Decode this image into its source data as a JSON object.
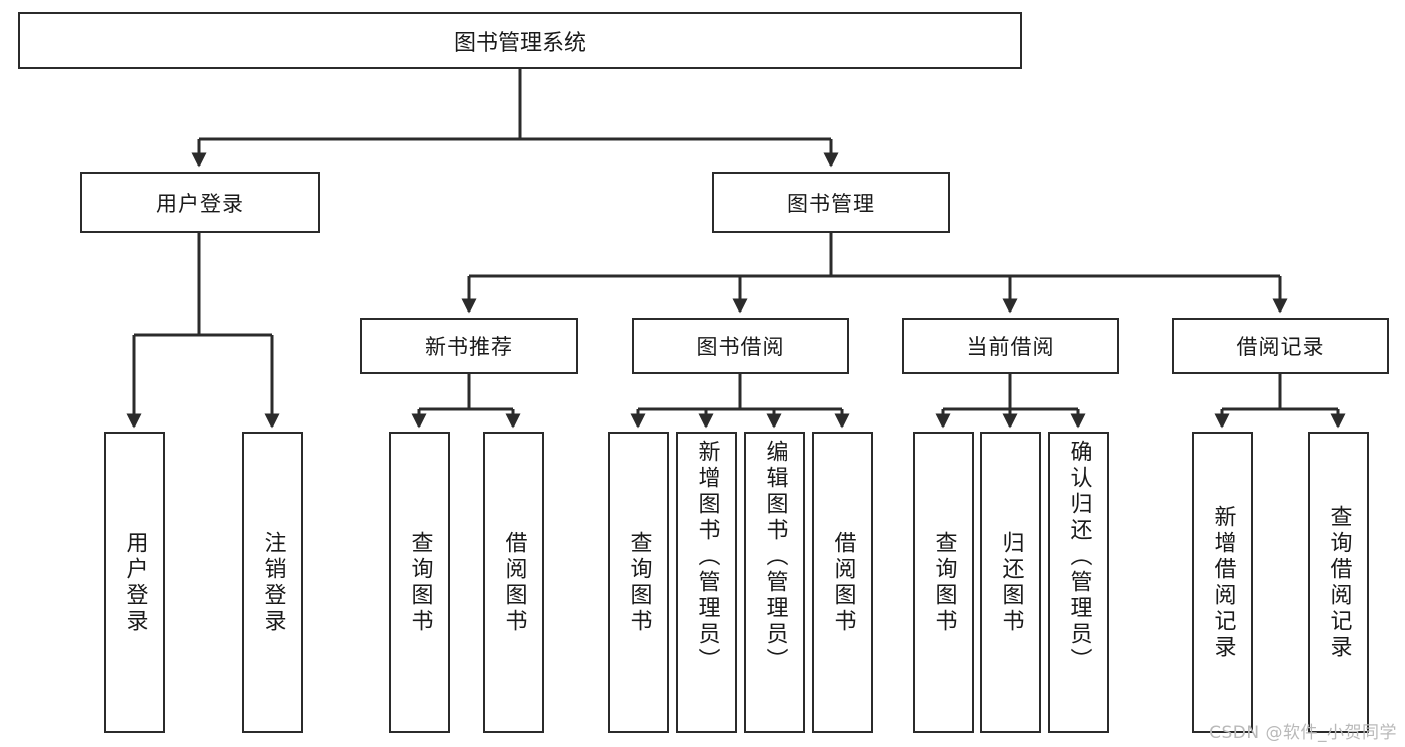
{
  "diagram": {
    "title": "图书管理系统",
    "type": "tree-hierarchy",
    "watermark": "CSDN @软件_小贺同学",
    "colors": {
      "box_border": "#2b2b2b",
      "box_fill": "#ffffff",
      "connector": "#2b2b2b",
      "text": "#1a1a1a",
      "watermark": "#b9b9b9"
    },
    "root": {
      "label": "图书管理系统"
    },
    "level2": [
      {
        "label": "用户登录"
      },
      {
        "label": "图书管理"
      }
    ],
    "level3": [
      {
        "label": "新书推荐"
      },
      {
        "label": "图书借阅"
      },
      {
        "label": "当前借阅"
      },
      {
        "label": "借阅记录"
      }
    ],
    "leaves": {
      "user_login": [
        {
          "label": "用户登录"
        },
        {
          "label": "注销登录"
        }
      ],
      "new_book_recommend": [
        {
          "label": "查询图书"
        },
        {
          "label": "借阅图书"
        }
      ],
      "book_borrow": [
        {
          "label": "查询图书"
        },
        {
          "label": "新增图书（管理员）"
        },
        {
          "label": "编辑图书（管理员）"
        },
        {
          "label": "借阅图书"
        }
      ],
      "current_borrow": [
        {
          "label": "查询图书"
        },
        {
          "label": "归还图书"
        },
        {
          "label": "确认归还（管理员）"
        }
      ],
      "borrow_records": [
        {
          "label": "新增借阅记录"
        },
        {
          "label": "查询借阅记录"
        }
      ]
    }
  }
}
